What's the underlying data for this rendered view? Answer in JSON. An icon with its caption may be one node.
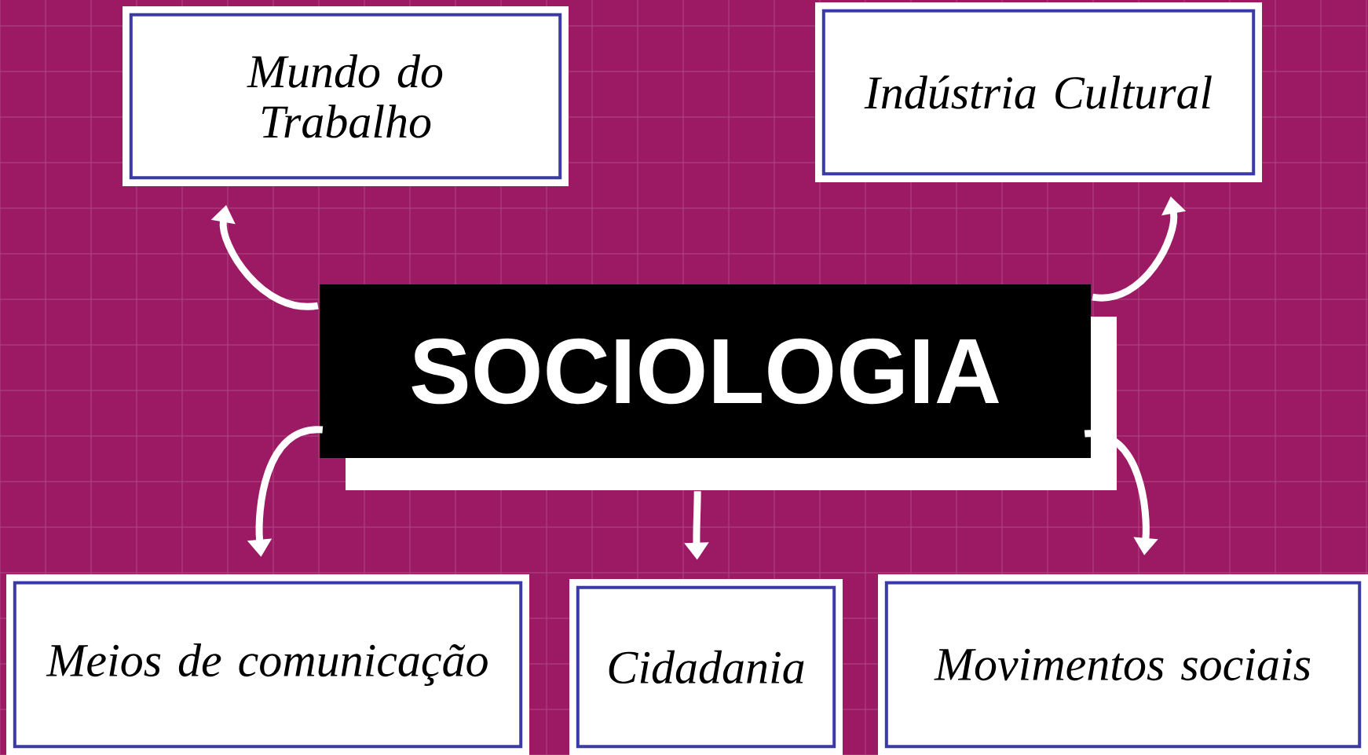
{
  "diagram": {
    "nodes": [
      {
        "text": [
          "SOCIOLOGIA"
        ]
      },
      {
        "text": [
          "Mundo do Trabalho"
        ]
      },
      {
        "text": [
          "Indústria Cultural"
        ]
      },
      {
        "text": [
          "Meios de comunicação"
        ]
      },
      {
        "text": [
          "Cidadania"
        ]
      },
      {
        "text": [
          "Movimentos sociais"
        ]
      }
    ],
    "edges": [
      {
        "from": 0,
        "to": 1,
        "arrow": "to"
      },
      {
        "from": 0,
        "to": 2,
        "arrow": "to"
      },
      {
        "from": 0,
        "to": 3,
        "arrow": "to"
      },
      {
        "from": 0,
        "to": 4,
        "arrow": "to"
      },
      {
        "from": 0,
        "to": 5,
        "arrow": "to"
      }
    ]
  }
}
